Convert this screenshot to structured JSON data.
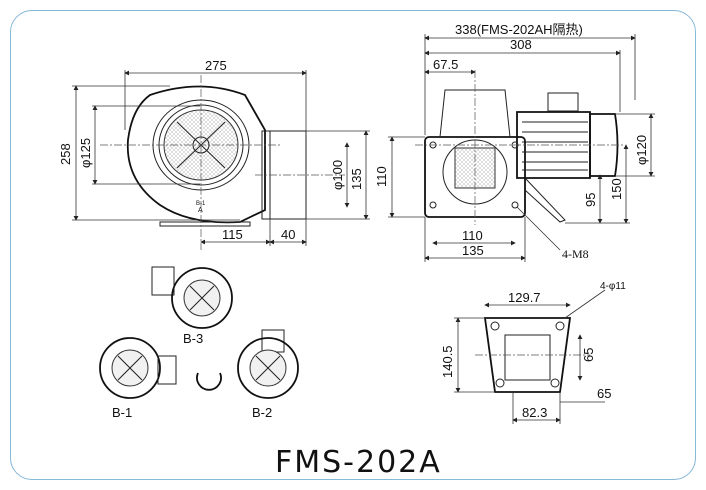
{
  "title": "FMS-202A",
  "front_view": {
    "width": "275",
    "height": "258",
    "inlet_dia": "φ125",
    "outlet_dia": "φ100",
    "outlet_h": "135",
    "offset": "115",
    "outlet_len": "40"
  },
  "side_view": {
    "overall_ah": "338(FMS-202AH隔热)",
    "overall": "308",
    "flange_offset": "67.5",
    "flange_h": "110",
    "motor_dia": "φ120",
    "axis_h": "95",
    "total_h": "150",
    "bolt_span": "110",
    "base_w": "135",
    "bolt_spec": "4-M8"
  },
  "base_view": {
    "width": "129.7",
    "hole_spec": "4-φ11",
    "height": "140.5",
    "hole_span": "65",
    "right_dim": "65",
    "bottom_span": "82.3"
  },
  "orientations": [
    "B-3",
    "B-1",
    "B-2"
  ],
  "colors": {
    "frame": "#86b8d8"
  }
}
